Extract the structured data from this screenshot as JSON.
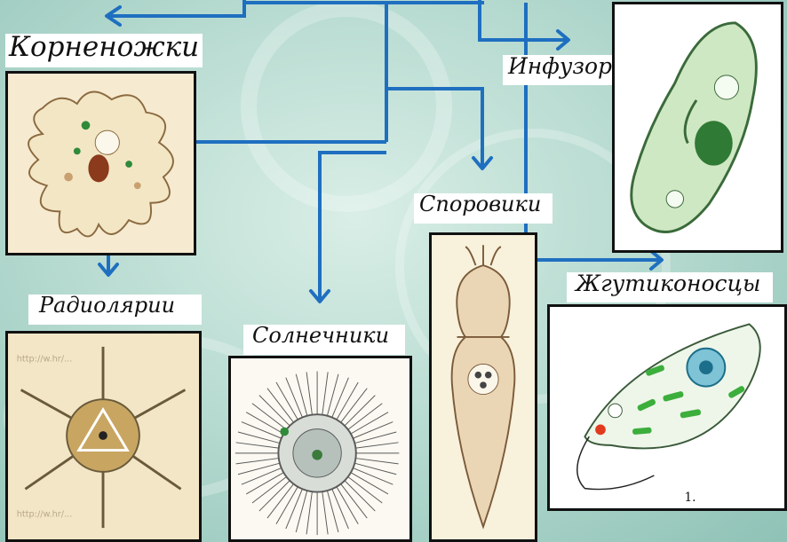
{
  "diagram": {
    "groups": [
      {
        "id": "korn",
        "label": "Корненожки"
      },
      {
        "id": "inf",
        "label": "Инфузории"
      },
      {
        "id": "spor",
        "label": "Споровики"
      },
      {
        "id": "zhg",
        "label": "Жгутиконосцы"
      },
      {
        "id": "rad",
        "label": "Радиолярии"
      },
      {
        "id": "soln",
        "label": "Солнечники"
      }
    ],
    "watermarks": [
      "http://w.hr/...",
      "http://w.hr/..."
    ],
    "figure_number": "1.",
    "colors": {
      "arrow": "#1f6fc0",
      "frame": "#111111",
      "background": "#bfe0d6"
    }
  }
}
